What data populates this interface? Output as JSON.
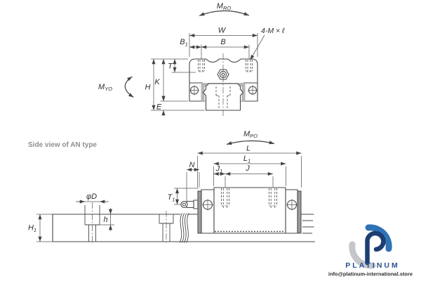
{
  "side_view_title": "Side view of AN type",
  "front_view": {
    "m_ro": {
      "base": "M",
      "sub": "RO"
    },
    "m_yo": {
      "base": "M",
      "sub": "YO"
    },
    "w": "W",
    "b": "B",
    "b1": {
      "base": "B",
      "sub": "1"
    },
    "t": "T",
    "k": "K",
    "h": "H",
    "e": "E",
    "bolt_note": "4-M × ℓ"
  },
  "side_view": {
    "m_po": {
      "base": "M",
      "sub": "PO"
    },
    "l": "L",
    "l1": {
      "base": "L",
      "sub": "1"
    },
    "n": "N",
    "j": "J",
    "j1": {
      "base": "J",
      "sub": "1"
    },
    "t1": {
      "base": "T",
      "sub": "1"
    },
    "h1": {
      "base": "H",
      "sub": "1"
    },
    "phi_d": "φD",
    "hole_depth": "h"
  },
  "watermark": {
    "brand": "PLATINUM",
    "email": "info@platinum-international.store",
    "colors": {
      "dark_blue": "#1d3e73",
      "light_blue": "#2f73b6",
      "gray": "#c3c6ca"
    }
  },
  "drawing": {
    "line_color": "#474747",
    "shading_color": "#b6b6b6"
  }
}
